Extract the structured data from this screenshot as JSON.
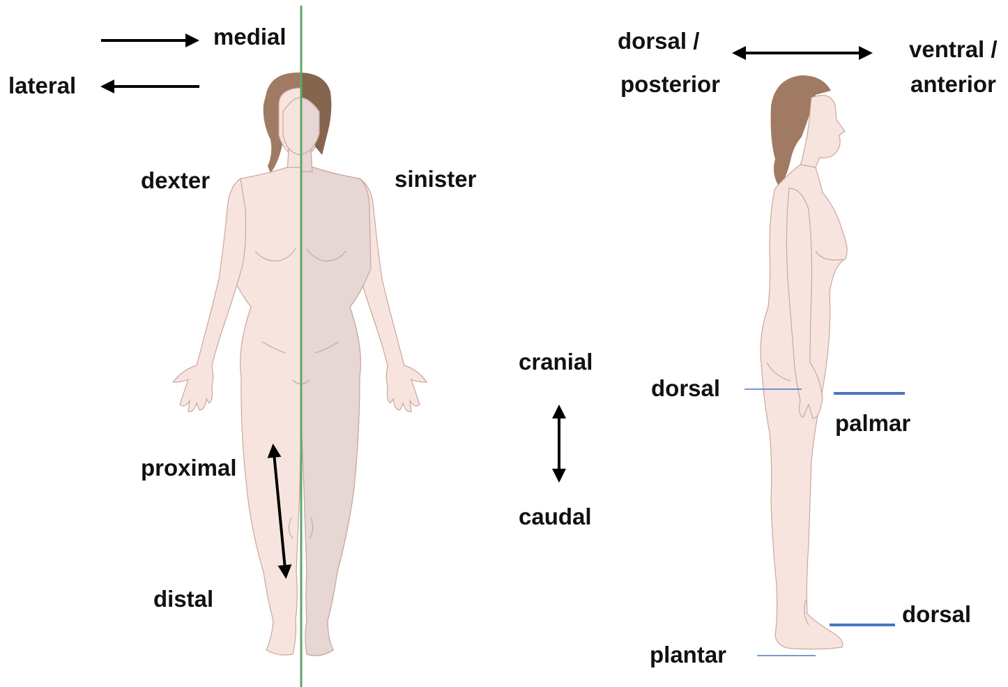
{
  "labels": {
    "medial": "medial",
    "lateral": "lateral",
    "dexter": "dexter",
    "sinister": "sinister",
    "proximal": "proximal",
    "distal": "distal",
    "cranial": "cranial",
    "caudal": "caudal",
    "dorsal_posterior_line1": "dorsal /",
    "dorsal_posterior_line2": "posterior",
    "ventral_anterior_line1": "ventral /",
    "ventral_anterior_line2": "anterior",
    "dorsal_hand": "dorsal",
    "palmar": "palmar",
    "dorsal_foot": "dorsal",
    "plantar": "plantar"
  },
  "colors": {
    "skin": "#f7e4de",
    "skin_shade": "#e6d6d4",
    "skin_outline": "#c9a79c",
    "hair": "#a07a62",
    "hair_dark": "#86654f",
    "midline": "#5aa86a",
    "arrow": "#000000",
    "pointer_line": "#4a74c4",
    "text": "#111111"
  }
}
